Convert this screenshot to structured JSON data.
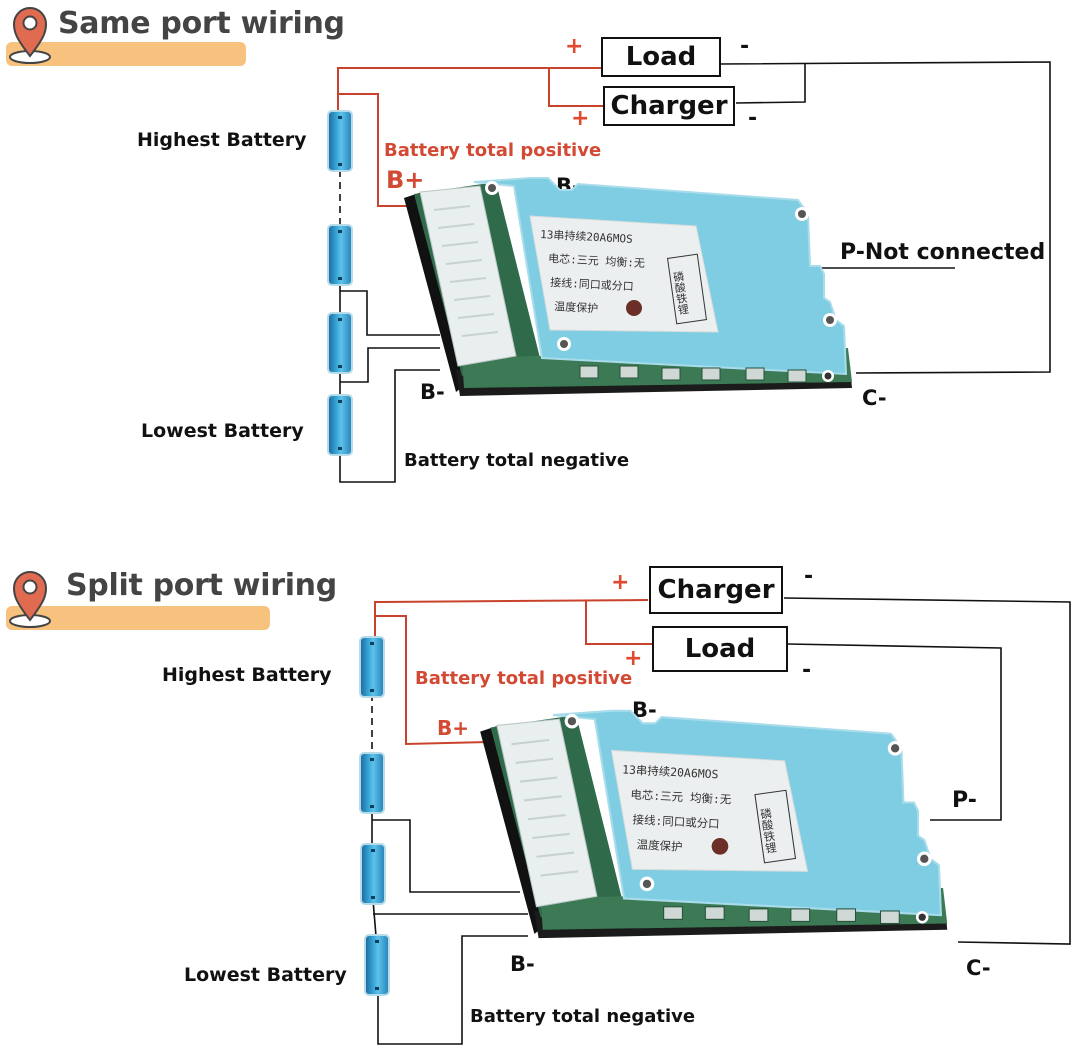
{
  "sections": {
    "same": {
      "title": "Same port wiring",
      "highest_label": "Highest Battery",
      "lowest_label": "Lowest Battery",
      "total_positive_label": "Battery total positive",
      "bplus_label": "B+",
      "bminus_top_label": "B-",
      "bminus_side_label": "B-",
      "total_negative_label": "Battery total negative",
      "p_label": "P-Not connected",
      "c_label": "C-",
      "box1": {
        "label": "Load",
        "plus": "+",
        "minus": "-"
      },
      "box2": {
        "label": "Charger",
        "plus": "+",
        "minus": "-"
      }
    },
    "split": {
      "title": "Split port wiring",
      "highest_label": "Highest Battery",
      "lowest_label": "Lowest Battery",
      "total_positive_label": "Battery total positive",
      "bplus_label": "B+",
      "bminus_top_label": "B-",
      "bminus_side_label": "B-",
      "total_negative_label": "Battery total negative",
      "p_label": "P-",
      "c_label": "C-",
      "box1": {
        "label": "Charger",
        "plus": "+",
        "minus": "-"
      },
      "box2": {
        "label": "Load",
        "plus": "+",
        "minus": "-"
      }
    }
  },
  "board_sticker": {
    "line1": "13串持续20A6MOS",
    "line2": "电芯:三元 均衡:无",
    "line3": "接线:同口或分口",
    "line4": "温度保护",
    "side": "磷酸铁锂"
  },
  "colors": {
    "positive_wire": "#c9432c",
    "negative_wire": "#111111",
    "title_highlight": "#f7c27d",
    "pin": "#e06b50",
    "board_blue": "#7fcde3",
    "pcb_green": "#2f6b4a"
  }
}
